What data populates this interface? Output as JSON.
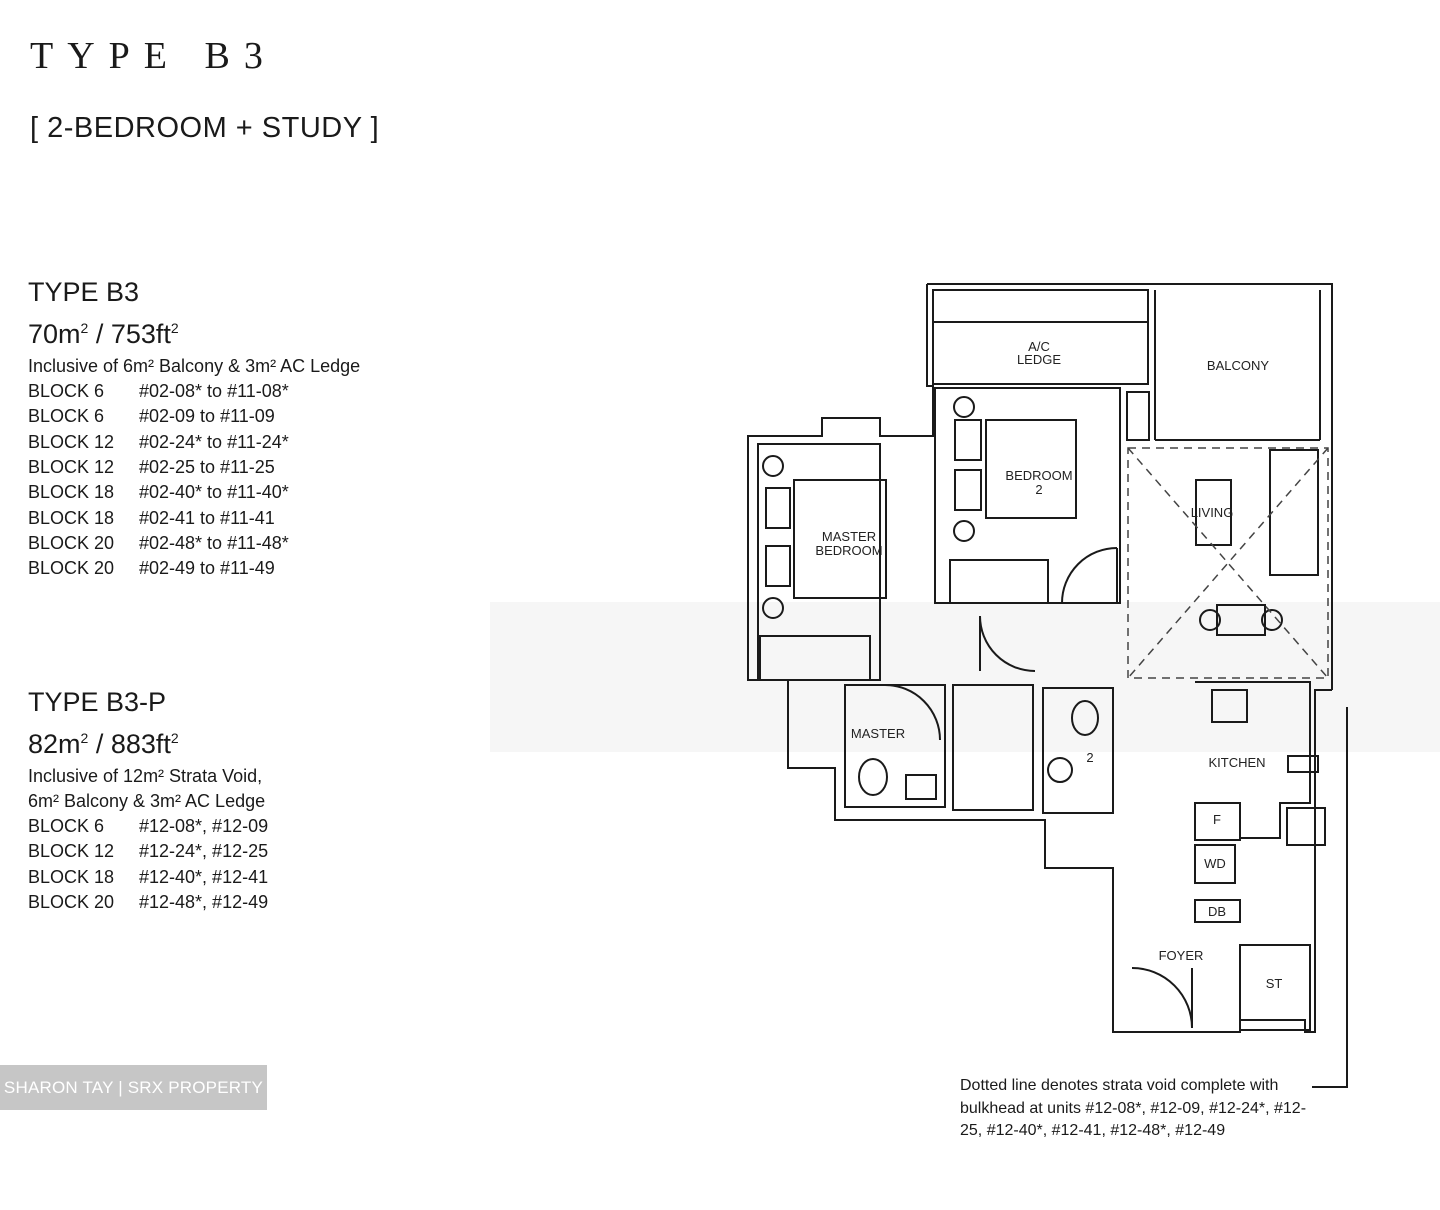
{
  "header": {
    "title": "TYPE B3",
    "subtitle": "[ 2-BEDROOM + STUDY ]"
  },
  "types": [
    {
      "name": "TYPE B3",
      "area_m2": "70m",
      "area_ft2": " / 753ft",
      "sup": "2",
      "inclusions": [
        "Inclusive of 6m² Balcony & 3m² AC Ledge"
      ],
      "units": [
        {
          "block": "BLOCK 6",
          "range": "#02-08* to #11-08*"
        },
        {
          "block": "BLOCK 6",
          "range": "#02-09 to #11-09"
        },
        {
          "block": "BLOCK 12",
          "range": "#02-24* to #11-24*"
        },
        {
          "block": "BLOCK 12",
          "range": "#02-25 to #11-25"
        },
        {
          "block": "BLOCK 18",
          "range": "#02-40* to #11-40*"
        },
        {
          "block": "BLOCK 18",
          "range": "#02-41 to #11-41"
        },
        {
          "block": "BLOCK 20",
          "range": "#02-48* to #11-48*"
        },
        {
          "block": "BLOCK 20",
          "range": "#02-49 to #11-49"
        }
      ]
    },
    {
      "name": "TYPE B3-P",
      "area_m2": "82m",
      "area_ft2": " / 883ft",
      "sup": "2",
      "inclusions": [
        "Inclusive of 12m² Strata Void,",
        "6m² Balcony & 3m² AC Ledge"
      ],
      "units": [
        {
          "block": "BLOCK 6",
          "range": "#12-08*, #12-09"
        },
        {
          "block": "BLOCK 12",
          "range": "#12-24*, #12-25"
        },
        {
          "block": "BLOCK 18",
          "range": "#12-40*, #12-41"
        },
        {
          "block": "BLOCK 20",
          "range": "#12-48*, #12-49"
        }
      ]
    }
  ],
  "floorplan": {
    "rooms": {
      "ac_ledge_1": "A/C",
      "ac_ledge_2": "LEDGE",
      "balcony": "BALCONY",
      "bedroom2_1": "BEDROOM",
      "bedroom2_2": "2",
      "master_1": "MASTER",
      "master_2": "BEDROOM",
      "living": "LIVING",
      "master_bath": "MASTER",
      "bath2": "2",
      "kitchen": "KITCHEN",
      "fridge": "F",
      "washer": "WD",
      "db": "DB",
      "foyer": "FOYER",
      "store": "ST"
    }
  },
  "note": "Dotted line denotes strata void complete with bulkhead at units #12-08*, #12-09, #12-24*, #12-25, #12-40*, #12-41, #12-48*, #12-49",
  "watermark": "SHARON TAY | SRX PROPERTY"
}
